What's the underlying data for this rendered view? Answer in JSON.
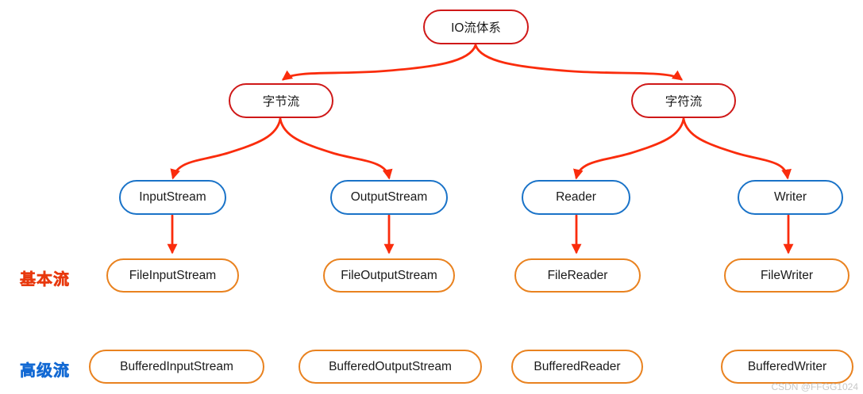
{
  "diagram": {
    "root": {
      "label": "IO流体系"
    },
    "branches": [
      {
        "label": "字节流"
      },
      {
        "label": "字符流"
      }
    ],
    "abstract_streams": [
      {
        "label": "InputStream"
      },
      {
        "label": "OutputStream"
      },
      {
        "label": "Reader"
      },
      {
        "label": "Writer"
      }
    ],
    "basic_streams": [
      {
        "label": "FileInputStream"
      },
      {
        "label": "FileOutputStream"
      },
      {
        "label": "FileReader"
      },
      {
        "label": "FileWriter"
      }
    ],
    "advanced_streams": [
      {
        "label": "BufferedInputStream"
      },
      {
        "label": "BufferedOutputStream"
      },
      {
        "label": "BufferedReader"
      },
      {
        "label": "BufferedWriter"
      }
    ],
    "row_labels": {
      "basic": "基本流",
      "advanced": "高级流"
    },
    "colors": {
      "red_border": "#cf1818",
      "blue_border": "#1a73c8",
      "orange_border": "#e9821f",
      "arrow": "#fa2c0c",
      "basic_label": "#e8380d",
      "advanced_label": "#1269d3",
      "watermark": "#c8c8c8"
    }
  },
  "watermark": {
    "text": "CSDN @FFGG1024"
  }
}
